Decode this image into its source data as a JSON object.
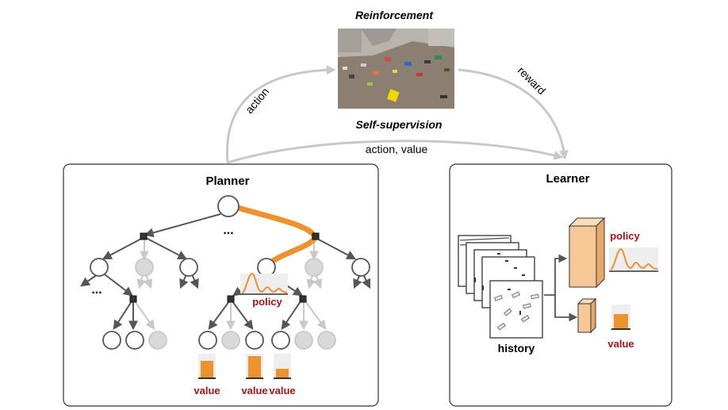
{
  "top": {
    "reinforcement_label": "Reinforcement",
    "self_supervision_label": "Self-supervision",
    "action_label": "action",
    "reward_label": "reward",
    "action_value_label": "action, value"
  },
  "planner": {
    "title": "Planner",
    "dots": "...",
    "policy_label": "policy",
    "value_labels": [
      "value",
      "value",
      "value"
    ],
    "value_bars": [
      0.7,
      0.9,
      0.35
    ]
  },
  "learner": {
    "title": "Learner",
    "history_label": "history",
    "policy_label": "policy",
    "value_label": "value",
    "value_bar": 0.6
  },
  "colors": {
    "accent": "#ee922e",
    "dark_red": "#a31515",
    "node_gray": "#d9d9d9",
    "edge_dark": "#555555",
    "arrow_light": "#c8c8c8",
    "layer_fill": "#f6c898"
  }
}
